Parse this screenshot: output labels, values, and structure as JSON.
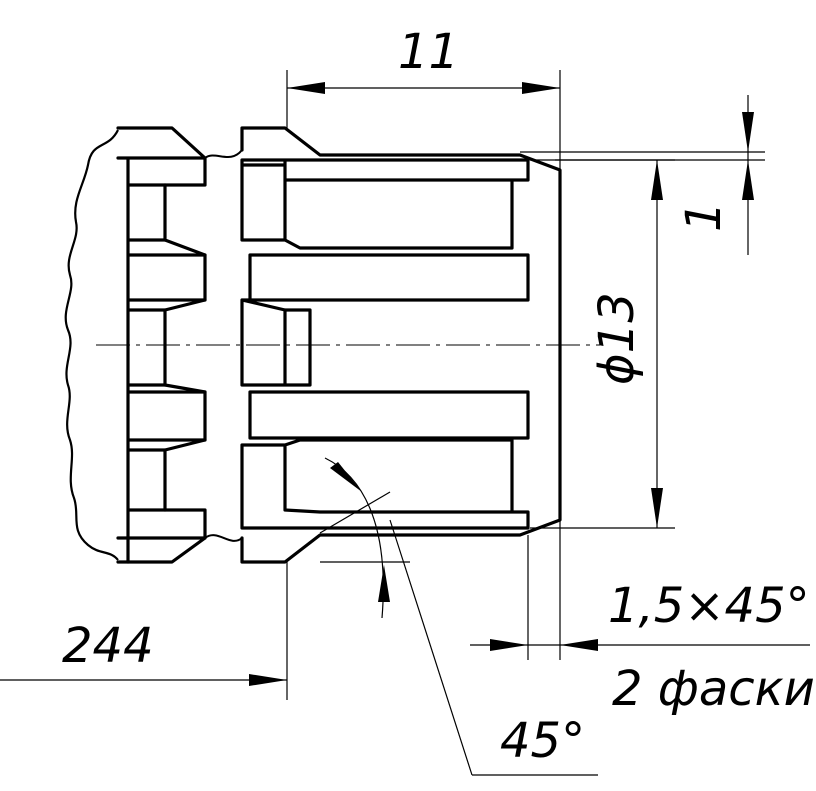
{
  "dimensions": {
    "face_length": "11",
    "tip_offset": "1",
    "outer_diameter": "ϕ13",
    "chamfer_size": "1,5×45°",
    "chamfer_count": "2 фаски",
    "distance_from_datum": "244",
    "angle": "45°"
  }
}
